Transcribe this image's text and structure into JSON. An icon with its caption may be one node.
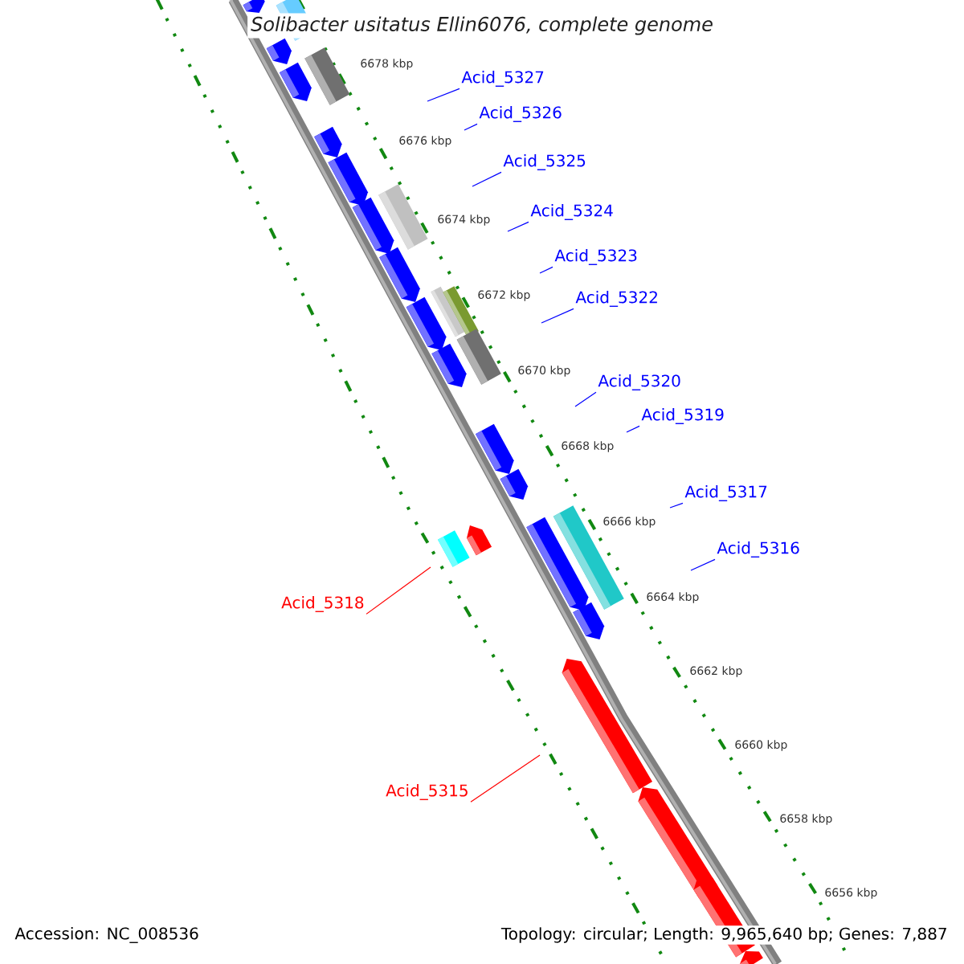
{
  "diagram": {
    "title": "Solibacter usitatus Ellin6076, complete genome",
    "nodes": [
      {
        "text": [
          "Acid_5327"
        ]
      },
      {
        "text": [
          "Acid_5326"
        ]
      },
      {
        "text": [
          "Acid_5325"
        ]
      },
      {
        "text": [
          "Acid_5324"
        ]
      },
      {
        "text": [
          "Acid_5323"
        ]
      },
      {
        "text": [
          "Acid_5322"
        ]
      },
      {
        "text": [
          "Acid_5320"
        ]
      },
      {
        "text": [
          "Acid_5319"
        ]
      },
      {
        "text": [
          "Acid_5317"
        ]
      },
      {
        "text": [
          "Acid_5316"
        ]
      },
      {
        "text": [
          "Acid_5318"
        ]
      },
      {
        "text": [
          "Acid_5315"
        ]
      }
    ],
    "edges": [
      {
        "from": 0,
        "to": null,
        "arrow": "none"
      },
      {
        "from": 1,
        "to": null,
        "arrow": "none"
      },
      {
        "from": 2,
        "to": null,
        "arrow": "none"
      },
      {
        "from": 3,
        "to": null,
        "arrow": "none"
      },
      {
        "from": 4,
        "to": null,
        "arrow": "none"
      },
      {
        "from": 5,
        "to": null,
        "arrow": "none"
      },
      {
        "from": 6,
        "to": null,
        "arrow": "none"
      },
      {
        "from": 7,
        "to": null,
        "arrow": "none"
      },
      {
        "from": 8,
        "to": null,
        "arrow": "none"
      },
      {
        "from": 9,
        "to": null,
        "arrow": "none"
      },
      {
        "from": 10,
        "to": null,
        "arrow": "none",
        "color": "#ff0000"
      },
      {
        "from": 11,
        "to": null,
        "arrow": "none",
        "color": "#ff0000"
      }
    ],
    "labels": [
      "6678 kbp",
      "6676 kbp",
      "6674 kbp",
      "6672 kbp",
      "6670 kbp",
      "6668 kbp",
      "6666 kbp",
      "6664 kbp",
      "6662 kbp",
      "6660 kbp",
      "6658 kbp",
      "6656 kbp",
      "Accession: NC_008536",
      "Topology: circular; Length: 9,965,640 bp; Genes: 7,887"
    ]
  }
}
